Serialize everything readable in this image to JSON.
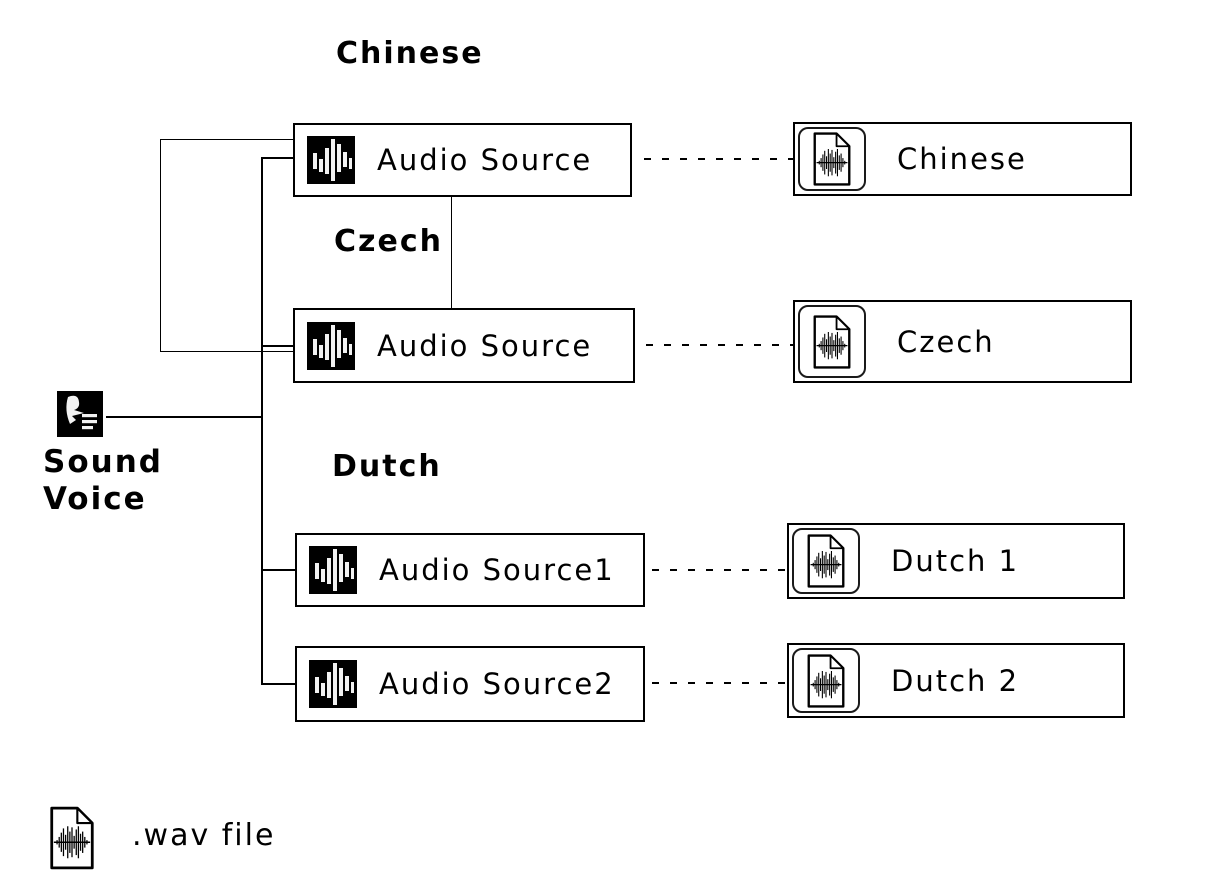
{
  "titles": {
    "chinese": "Chinese",
    "czech": "Czech",
    "dutch": "Dutch"
  },
  "root": {
    "label": "Sound\nVoice"
  },
  "sources": [
    {
      "label": "Audio Source"
    },
    {
      "label": "Audio Source"
    },
    {
      "label": "Audio Source1"
    },
    {
      "label": "Audio Source2"
    }
  ],
  "files": [
    {
      "label": "Chinese"
    },
    {
      "label": "Czech"
    },
    {
      "label": "Dutch 1"
    },
    {
      "label": "Dutch 2"
    }
  ],
  "legend": {
    "label": ".wav file"
  },
  "icons": {
    "root": "voice-speaking-icon",
    "source": "waveform-equalizer-icon",
    "file": "wav-file-document-icon"
  },
  "colors": {
    "line": "#000000",
    "background": "#ffffff",
    "icon_fill": "#000000"
  }
}
